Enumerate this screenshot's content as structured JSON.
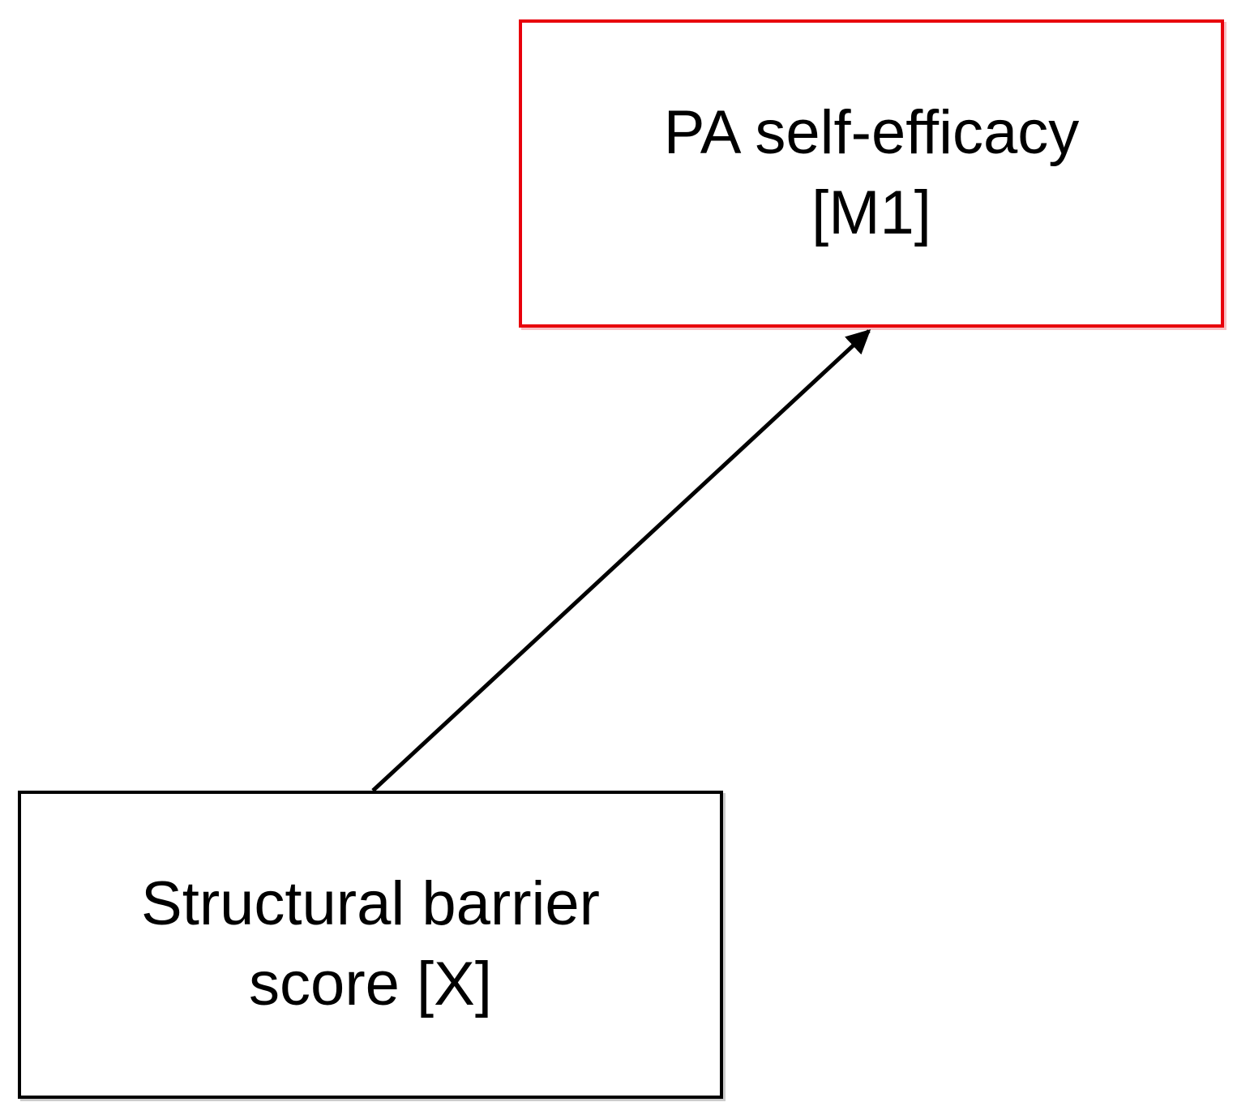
{
  "nodes": {
    "mediator": {
      "label": "PA self-efficacy\n[M1]",
      "border_color": "#e8000b"
    },
    "predictor": {
      "label": "Structural barrier\nscore [X]",
      "border_color": "#000000"
    }
  },
  "edges": [
    {
      "from": "predictor",
      "to": "mediator",
      "directed": true
    }
  ]
}
